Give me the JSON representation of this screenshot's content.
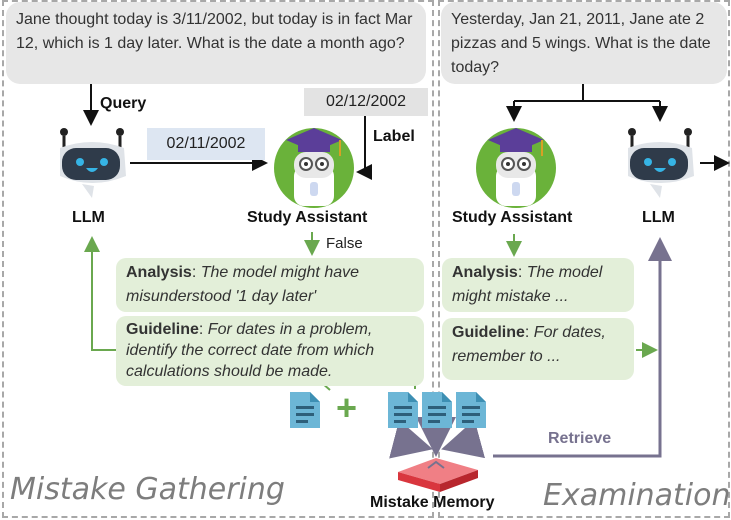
{
  "left_panel": {
    "question": "Jane thought today is 3/11/2002, but today is in fact Mar 12, which is 1 day later. What is the date a month ago?",
    "query_label": "Query",
    "label_box": "02/12/2002",
    "label_text": "Label",
    "prediction": "02/11/2002",
    "llm_label": "LLM",
    "assistant_label": "Study Assistant",
    "false_label": "False",
    "analysis_title": "Analysis",
    "analysis_text": "The model might have misunderstood '1 day later'",
    "guideline_title": "Guideline",
    "guideline_text": "For dates in a problem, identify the correct date from which calculations should be made.",
    "footer": "Mistake Gathering"
  },
  "right_panel": {
    "question": "Yesterday, Jan 21, 2011, Jane ate 2 pizzas and 5 wings. What is the date today?",
    "assistant_label": "Study Assistant",
    "llm_label": "LLM",
    "analysis_title": "Analysis",
    "analysis_text": "The model might mistake ...",
    "guideline_title": "Guideline",
    "guideline_text": "For dates, remember to ...",
    "retrieve_label": "Retrieve",
    "footer": "Examination"
  },
  "memory": {
    "label": "Mistake Memory",
    "plus": "+"
  },
  "colors": {
    "green_arrow": "#6aa84f",
    "purple_arrow": "#77728f",
    "memory_top": "#f07f85",
    "memory_side": "#d9363e",
    "doc_blue": "#6cb6d6"
  }
}
